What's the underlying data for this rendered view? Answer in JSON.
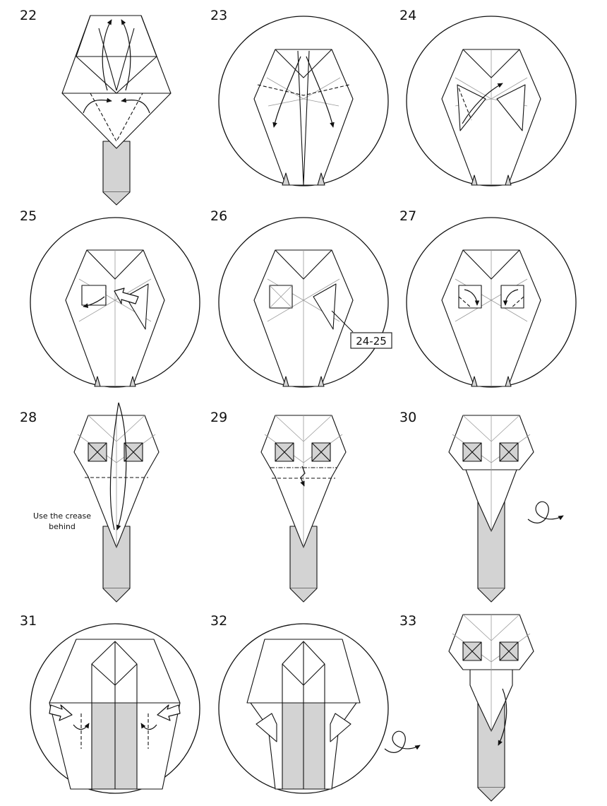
{
  "steps": [
    "22",
    "23",
    "24",
    "25",
    "26",
    "27",
    "28",
    "29",
    "30",
    "31",
    "32",
    "33"
  ],
  "notes": {
    "crease_behind": [
      "Use the crease",
      "behind"
    ],
    "repeat_ref": "24-25"
  },
  "colors": {
    "line": "#111111",
    "fill_grey": "#d3d3d3",
    "crease_grey": "#9a9a9a"
  },
  "icons": [
    "valley-fold-arrow",
    "push-arrow",
    "turn-over-icon"
  ]
}
